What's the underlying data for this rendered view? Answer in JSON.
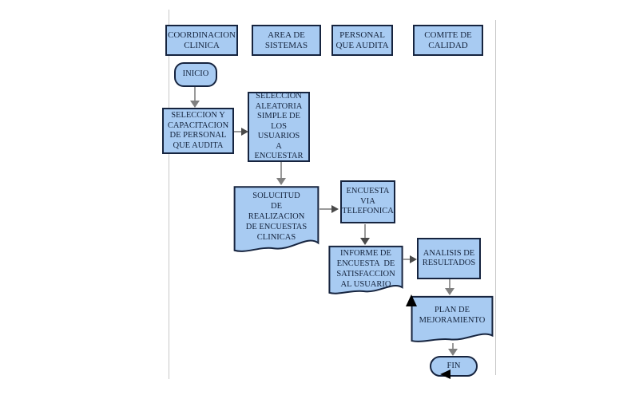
{
  "canvas": {
    "colors": {
      "bg": "#ffffff",
      "node_fill": "#a8cbf2",
      "node_border": "#16243f",
      "text_color": "#14233c",
      "lane_line_color": "#c9c9c9",
      "arrow_line": "#9a9a9a",
      "arrowhead_gray": "#808080",
      "arrowhead_dark": "#4a4a4a",
      "arrowhead_black": "#000000"
    }
  },
  "lanes": [
    {
      "label": "COORDINACION\nCLINICA"
    },
    {
      "label": "AREA DE\nSISTEMAS"
    },
    {
      "label": "PERSONAL\nQUE AUDITA"
    },
    {
      "label": "COMITE DE\nCALIDAD"
    }
  ],
  "nodes": {
    "start": {
      "label": "INICIO",
      "shape": "terminator"
    },
    "step1": {
      "label": "SELECCION Y\nCAPACITACION\nDE PERSONAL\nQUE AUDITA",
      "shape": "process"
    },
    "step2": {
      "label": "SELECCION\nALEATORIA\nSIMPLE DE\nLOS\nUSUARIOS\nA\nENCUESTAR",
      "shape": "process"
    },
    "doc1": {
      "label": "SOLUCITUD\nDE\nREALIZACION\nDE ENCUESTAS\nCLINICAS",
      "shape": "document"
    },
    "step3": {
      "label": "ENCUESTA\nVIA\nTELEFONICA",
      "shape": "process"
    },
    "doc2": {
      "label": "INFORME DE\nENCUESTA  DE\nSATISFACCION\nAL USUARIO",
      "shape": "document"
    },
    "step4": {
      "label": "ANALISIS DE\nRESULTADOS",
      "shape": "process"
    },
    "doc3": {
      "label": "PLAN DE\nMEJORAMIENTO",
      "shape": "document"
    },
    "end": {
      "label": "FIN",
      "shape": "terminator"
    }
  }
}
